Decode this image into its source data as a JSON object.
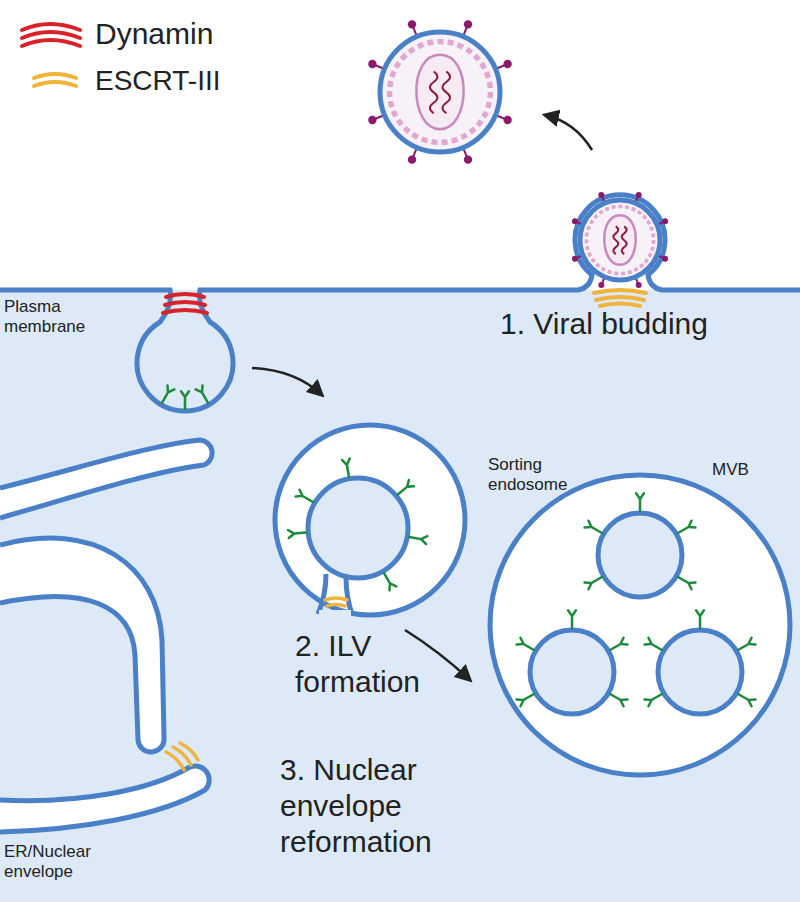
{
  "diagram": {
    "labels": [
      "Plasma membrane",
      "1. Viral budding",
      "Sorting endosome",
      "2. ILV formation",
      "MVB",
      "3. Nuclear envelope reformation",
      "ER/Nuclear envelope"
    ],
    "legend": [
      {
        "text": "Dynamin"
      },
      {
        "text": "ESCRT-III"
      }
    ]
  }
}
